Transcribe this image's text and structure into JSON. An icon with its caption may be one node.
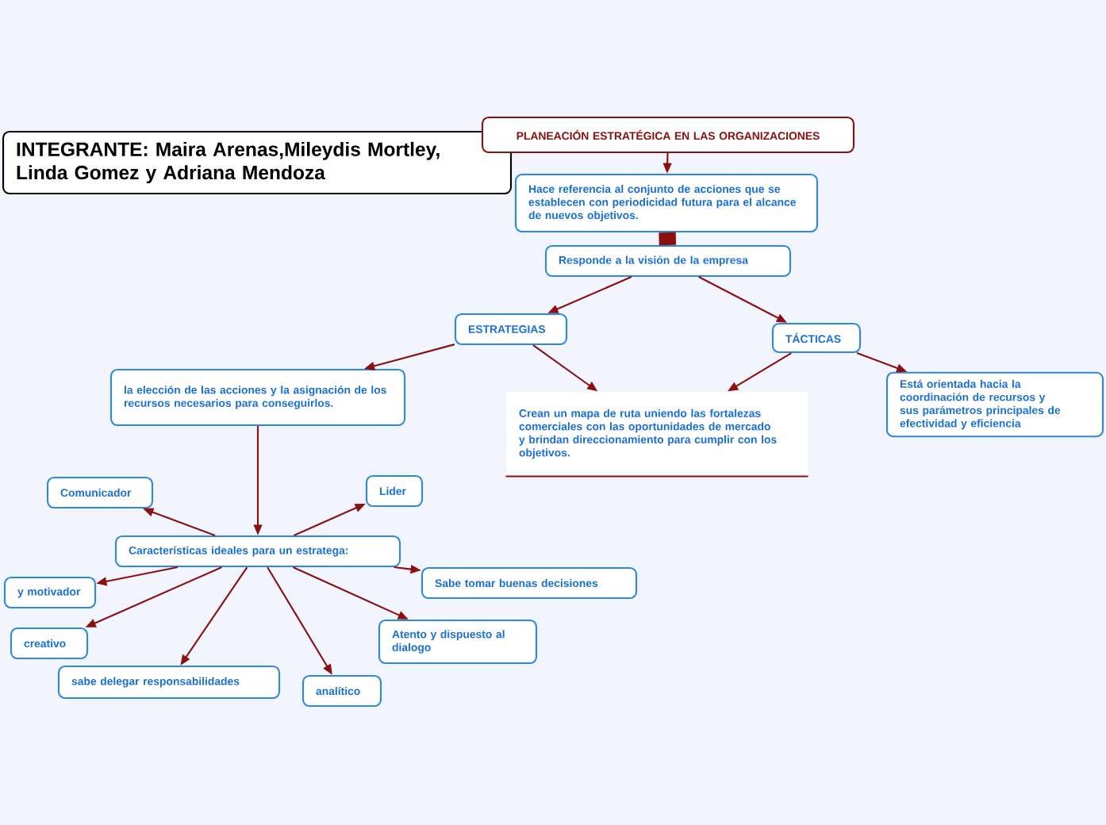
{
  "diagram": {
    "nodes": [
      {
        "text": [
          "INTEGRANTE: Maira Arenas,Mileydis Mortley, Linda Gomez y Adriana Mendoza"
        ]
      },
      {
        "text": [
          "PLANEACIÓN ESTRATÉGICA EN LAS ORGANIZACIONES"
        ]
      },
      {
        "text": [
          "Hace referencia al conjunto de acciones que se establecen con periodicidad futura para el alcance de nuevos objetivos."
        ]
      },
      {
        "text": [
          "Responde a la visión de la empresa"
        ]
      },
      {
        "text": [
          "ESTRATEGIAS"
        ]
      },
      {
        "text": [
          "TÁCTICAS"
        ]
      },
      {
        "text": [
          "Crean un mapa de ruta uniendo las fortalezas comerciales con las oportunidades de mercado y brindan direccionamiento para cumplir con los objetivos."
        ]
      },
      {
        "text": [
          "Está orientada hacia la coordinación de recursos y sus parámetros principales de efectividad y eficiencia"
        ]
      },
      {
        "text": [
          "la elección de las acciones y la asignación de los recursos necesarios para conseguirlos."
        ]
      },
      {
        "text": [
          "Características ideales para un estratega:"
        ]
      },
      {
        "text": [
          "Comunicador"
        ]
      },
      {
        "text": [
          "Lider"
        ]
      },
      {
        "text": [
          "y motivador"
        ]
      },
      {
        "text": [
          "Sabe tomar buenas decisiones"
        ]
      },
      {
        "text": [
          "creativo"
        ]
      },
      {
        "text": [
          "Atento y dispuesto al dialogo"
        ]
      },
      {
        "text": [
          "sabe delegar responsabilidades"
        ]
      },
      {
        "text": [
          "analítico"
        ]
      }
    ],
    "edges": [
      {
        "from": 1,
        "to": 2,
        "arrow": "to"
      },
      {
        "from": 2,
        "to": 3,
        "arrow": "none",
        "style": "thick"
      },
      {
        "from": 3,
        "to": 4,
        "arrow": "to"
      },
      {
        "from": 3,
        "to": 5,
        "arrow": "to"
      },
      {
        "from": 4,
        "to": 8,
        "arrow": "to"
      },
      {
        "from": 4,
        "to": 6,
        "arrow": "to"
      },
      {
        "from": 5,
        "to": 6,
        "arrow": "to"
      },
      {
        "from": 5,
        "to": 7,
        "arrow": "to"
      },
      {
        "from": 8,
        "to": 9,
        "arrow": "to"
      },
      {
        "from": 9,
        "to": 10,
        "arrow": "to"
      },
      {
        "from": 9,
        "to": 11,
        "arrow": "to"
      },
      {
        "from": 9,
        "to": 12,
        "arrow": "to"
      },
      {
        "from": 9,
        "to": 13,
        "arrow": "to"
      },
      {
        "from": 9,
        "to": 14,
        "arrow": "to"
      },
      {
        "from": 9,
        "to": 15,
        "arrow": "to"
      },
      {
        "from": 9,
        "to": 16,
        "arrow": "to"
      },
      {
        "from": 9,
        "to": 17,
        "arrow": "to"
      }
    ]
  }
}
